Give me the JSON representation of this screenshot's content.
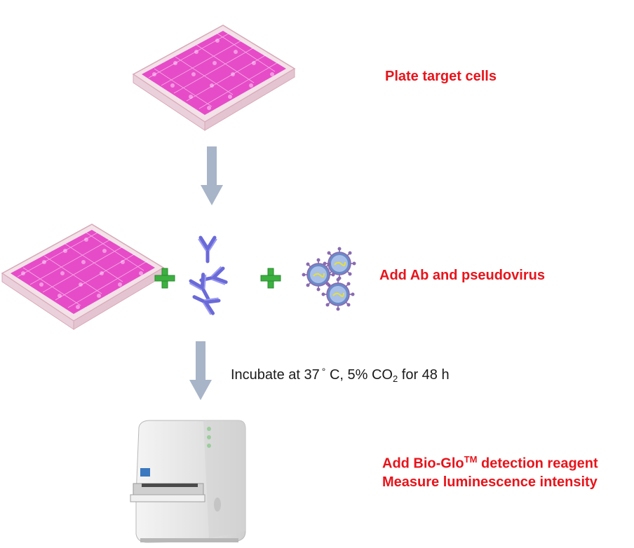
{
  "steps": [
    {
      "label": "Plate target cells"
    },
    {
      "label": "Add Ab and pseudovirus"
    },
    {
      "incubation": {
        "prefix": "Incubate at 37",
        "degree": "°",
        "middle": " C, 5% CO",
        "subscript": "2",
        "suffix": " for 48 h"
      }
    },
    {
      "label_line1_prefix": "Add Bio-Glo",
      "label_line1_tm": "TM",
      "label_line1_suffix": " detection reagent",
      "label_line2": "Measure luminescence intensity"
    }
  ],
  "colors": {
    "label_red": "#e8141b",
    "arrow": "#a8b4c8",
    "plate_well": "#e040c0",
    "plus": "#3cb040",
    "antibody": "#6a6ad8",
    "virus": "#6a8ac8"
  },
  "icons": [
    "well-plate-icon",
    "antibody-icon",
    "pseudovirus-icon",
    "plus-icon",
    "arrow-down-icon",
    "luminometer-icon"
  ]
}
